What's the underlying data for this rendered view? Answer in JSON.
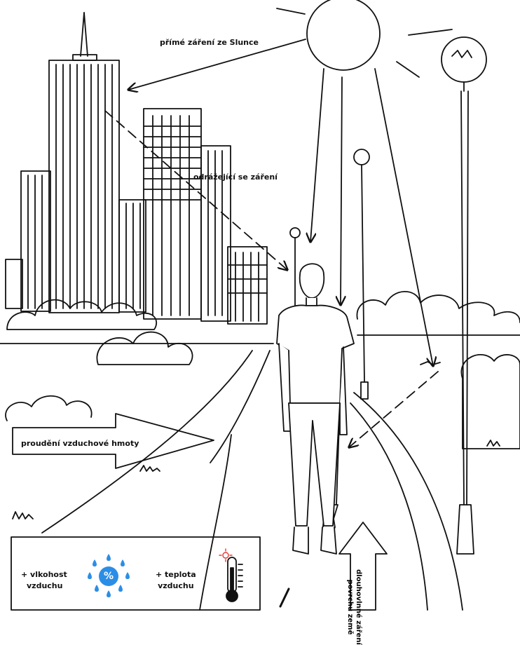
{
  "labels": {
    "direct_radiation": "přímé záření ze Slunce",
    "reflected_radiation": "odrážející se záření",
    "air_mass_flow": "proudění vzduchové hmoty",
    "humidity_line1": "+ vlkohost",
    "humidity_line2": "vzduchu",
    "temperature_line1": "+ teplota",
    "temperature_line2": "vzduchu",
    "longwave_line1": "dlouhovlnné záření",
    "longwave_line2": "povrchu země",
    "percent_symbol": "%"
  },
  "colors": {
    "line": "#111111",
    "humidity_blue": "#2b8ee6",
    "thermometer_red": "#e53935"
  },
  "icons": [
    "sun-icon",
    "water-drops-icon",
    "thermometer-icon",
    "street-lamp-icon"
  ]
}
